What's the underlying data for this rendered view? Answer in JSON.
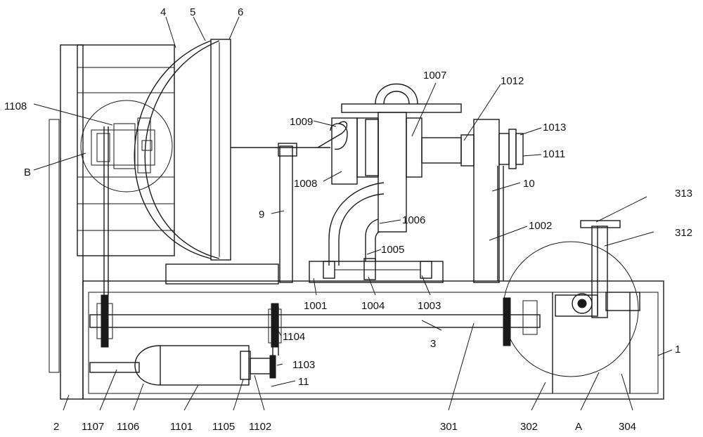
{
  "labels": [
    {
      "id": "4",
      "text": "4"
    },
    {
      "id": "5",
      "text": "5"
    },
    {
      "id": "6",
      "text": "6"
    },
    {
      "id": "1108",
      "text": "1108"
    },
    {
      "id": "B",
      "text": "B"
    },
    {
      "id": "1009",
      "text": "1009"
    },
    {
      "id": "1007",
      "text": "1007"
    },
    {
      "id": "1012",
      "text": "1012"
    },
    {
      "id": "1013",
      "text": "1013"
    },
    {
      "id": "1011",
      "text": "1011"
    },
    {
      "id": "1008",
      "text": "1008"
    },
    {
      "id": "10",
      "text": "10"
    },
    {
      "id": "9",
      "text": "9"
    },
    {
      "id": "1006",
      "text": "1006"
    },
    {
      "id": "1002",
      "text": "1002"
    },
    {
      "id": "313",
      "text": "313"
    },
    {
      "id": "312",
      "text": "312"
    },
    {
      "id": "1005",
      "text": "1005"
    },
    {
      "id": "1001",
      "text": "1001"
    },
    {
      "id": "1004",
      "text": "1004"
    },
    {
      "id": "1003",
      "text": "1003"
    },
    {
      "id": "1104",
      "text": "1104"
    },
    {
      "id": "3",
      "text": "3"
    },
    {
      "id": "1",
      "text": "1"
    },
    {
      "id": "1103",
      "text": "1103"
    },
    {
      "id": "11",
      "text": "11"
    },
    {
      "id": "2",
      "text": "2"
    },
    {
      "id": "1107",
      "text": "1107"
    },
    {
      "id": "1106",
      "text": "1106"
    },
    {
      "id": "1101",
      "text": "1101"
    },
    {
      "id": "1105",
      "text": "1105"
    },
    {
      "id": "1102",
      "text": "1102"
    },
    {
      "id": "301",
      "text": "301"
    },
    {
      "id": "302",
      "text": "302"
    },
    {
      "id": "A",
      "text": "A"
    },
    {
      "id": "304",
      "text": "304"
    }
  ]
}
